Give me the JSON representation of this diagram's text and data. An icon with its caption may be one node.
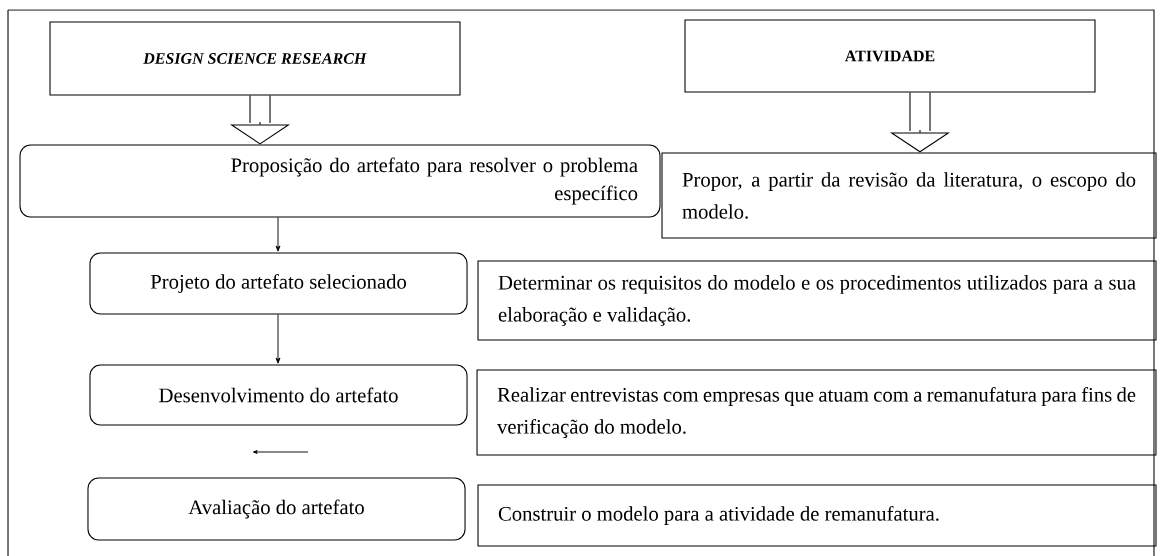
{
  "diagram": {
    "nodes": [
      {
        "text": [
          "*DESIGN SCIENCE RESEARCH*"
        ]
      },
      {
        "text": [
          "ATIVIDADE"
        ]
      },
      {
        "text": [
          "Proposição do artefato para resolver o problema específico"
        ]
      },
      {
        "text": [
          "Propor, a partir da revisão da literatura, o escopo do modelo."
        ]
      },
      {
        "text": [
          "Projeto do artefato selecionado"
        ]
      },
      {
        "text": [
          "Determinar os requisitos do modelo e os procedimentos utilizados para a sua elaboração e validação."
        ]
      },
      {
        "text": [
          "Desenvolvimento do artefato"
        ]
      },
      {
        "text": [
          "Realizar entrevistas com empresas que atuam com a remanufatura para fins de verificação do modelo."
        ]
      },
      {
        "text": [
          "Avaliação do artefato"
        ]
      },
      {
        "text": [
          "Construir o modelo para a atividade de remanufatura."
        ]
      }
    ],
    "edges": [
      {
        "from": 0,
        "to": 2,
        "arrow": "to"
      },
      {
        "from": 1,
        "to": 3,
        "arrow": "to"
      },
      {
        "from": 2,
        "to": 4,
        "arrow": "to"
      },
      {
        "from": 4,
        "to": 6,
        "arrow": "to"
      }
    ]
  }
}
